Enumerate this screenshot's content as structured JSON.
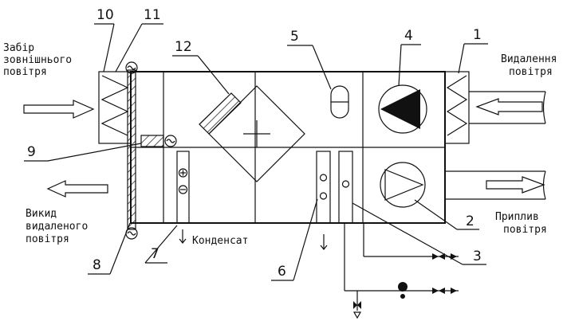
{
  "labels": {
    "intake": [
      "Забір",
      "зовнішнього",
      "повітря"
    ],
    "extract": [
      "Видалення",
      "повітря"
    ],
    "exhaust": [
      "Викид",
      "видаленого",
      "повітря"
    ],
    "supply": [
      "Приплив",
      "повітря"
    ],
    "condensate": "Конденсат"
  },
  "numbers": {
    "n1": "1",
    "n2": "2",
    "n3": "3",
    "n4": "4",
    "n5": "5",
    "n6": "6",
    "n7": "7",
    "n8": "8",
    "n9": "9",
    "n10": "10",
    "n11": "11",
    "n12": "12"
  }
}
